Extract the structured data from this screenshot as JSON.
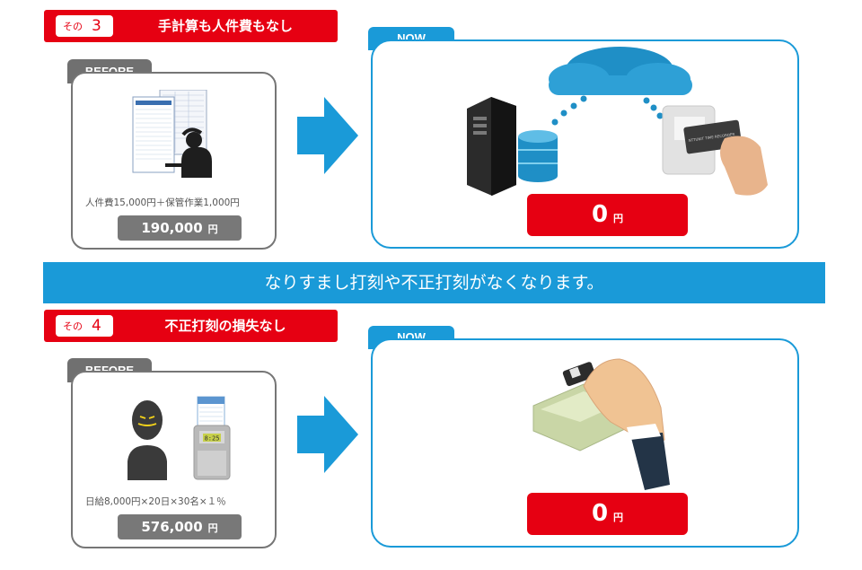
{
  "sections": [
    {
      "tag_prefix": "その",
      "tag_number": "3",
      "title": "手計算も人件費もなし",
      "before_label": "BEFORE",
      "before_note": "人件費15,000円＋保管作業1,000円",
      "before_cost": "190,000",
      "before_unit": "円",
      "now_label": "NOW",
      "now_value": "0",
      "now_unit": "円"
    },
    {
      "tag_prefix": "その",
      "tag_number": "4",
      "title": "不正打刻の損失なし",
      "before_label": "BEFORE",
      "before_note": "日給8,000円×20日×30名×１％",
      "before_cost": "576,000",
      "before_unit": "円",
      "now_label": "NOW",
      "now_value": "0",
      "now_unit": "円"
    }
  ],
  "middle_banner": "なりすまし打刻や不正打刻がなくなります。",
  "clock_display": "8:25",
  "card_reader_text": "NTTUNIT TIME RECORDER",
  "colors": {
    "red": "#e60012",
    "blue": "#1a9ad8",
    "gray": "#767676"
  }
}
